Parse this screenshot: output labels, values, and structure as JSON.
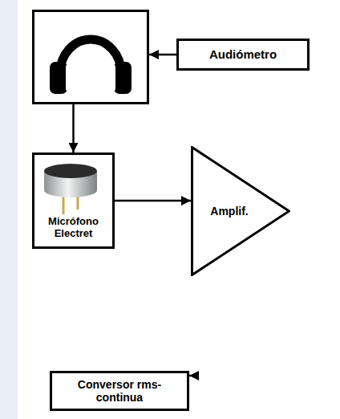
{
  "diagram": {
    "nodes": [
      {
        "text": []
      },
      {
        "text": [
          "Audiómetro"
        ]
      },
      {
        "text": [
          "Micrófono Electret"
        ]
      },
      {
        "text": [
          "Amplif."
        ]
      },
      {
        "text": [
          "Conversor rms-continua"
        ]
      }
    ],
    "edges": [
      {
        "from": 1,
        "to": 0,
        "arrow": "to"
      },
      {
        "from": 0,
        "to": 2,
        "arrow": "to"
      },
      {
        "from": 2,
        "to": 3,
        "arrow": "to"
      },
      {
        "from": 3,
        "to": 4,
        "arrow": "to"
      }
    ]
  }
}
